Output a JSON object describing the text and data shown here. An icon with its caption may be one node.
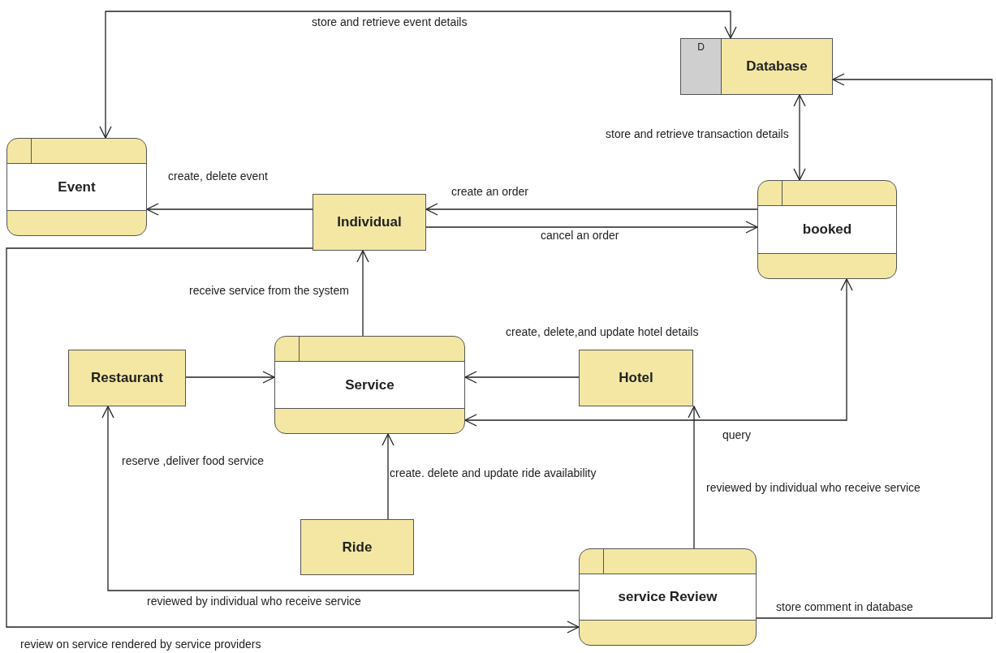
{
  "diagram": {
    "nodes": [
      {
        "text": [
          "D",
          "Database"
        ]
      },
      {
        "text": [
          "Event"
        ]
      },
      {
        "text": [
          "Individual"
        ]
      },
      {
        "text": [
          "booked"
        ]
      },
      {
        "text": [
          "Restaurant"
        ]
      },
      {
        "text": [
          "Service"
        ]
      },
      {
        "text": [
          "Hotel"
        ]
      },
      {
        "text": [
          "Ride"
        ]
      },
      {
        "text": [
          "service Review"
        ]
      }
    ],
    "edges": [
      {
        "from": 1,
        "to": 0,
        "arrow": "both",
        "label": "store and retrieve event details"
      },
      {
        "from": 0,
        "to": 3,
        "arrow": "both",
        "label": "store and retrieve transaction details"
      },
      {
        "from": 3,
        "to": 2,
        "arrow": "to",
        "label": "create an order"
      },
      {
        "from": 2,
        "to": 3,
        "arrow": "to",
        "label": "cancel an order"
      },
      {
        "from": 2,
        "to": 1,
        "arrow": "to",
        "label": "create, delete event"
      },
      {
        "from": 5,
        "to": 2,
        "arrow": "to",
        "label": "receive service from the system"
      },
      {
        "from": 4,
        "to": 5,
        "arrow": "to"
      },
      {
        "from": 6,
        "to": 5,
        "arrow": "to",
        "label": "create, delete,and update hotel details"
      },
      {
        "from": 3,
        "to": 5,
        "arrow": "both",
        "label": "query"
      },
      {
        "from": 7,
        "to": 5,
        "arrow": "to",
        "label": "create. delete and update ride availability"
      },
      {
        "from": 8,
        "to": 6,
        "arrow": "to",
        "label": "reviewed by individual who receive service"
      },
      {
        "from": 8,
        "to": 4,
        "arrow": "to",
        "label": "reviewed by individual who receive service"
      },
      {
        "from": 2,
        "to": 8,
        "arrow": "to",
        "label": "review on service rendered by service providers"
      },
      {
        "from": 8,
        "to": 0,
        "arrow": "to",
        "label": "store comment in database"
      }
    ],
    "labels": [
      "reserve ,deliver food service"
    ]
  }
}
